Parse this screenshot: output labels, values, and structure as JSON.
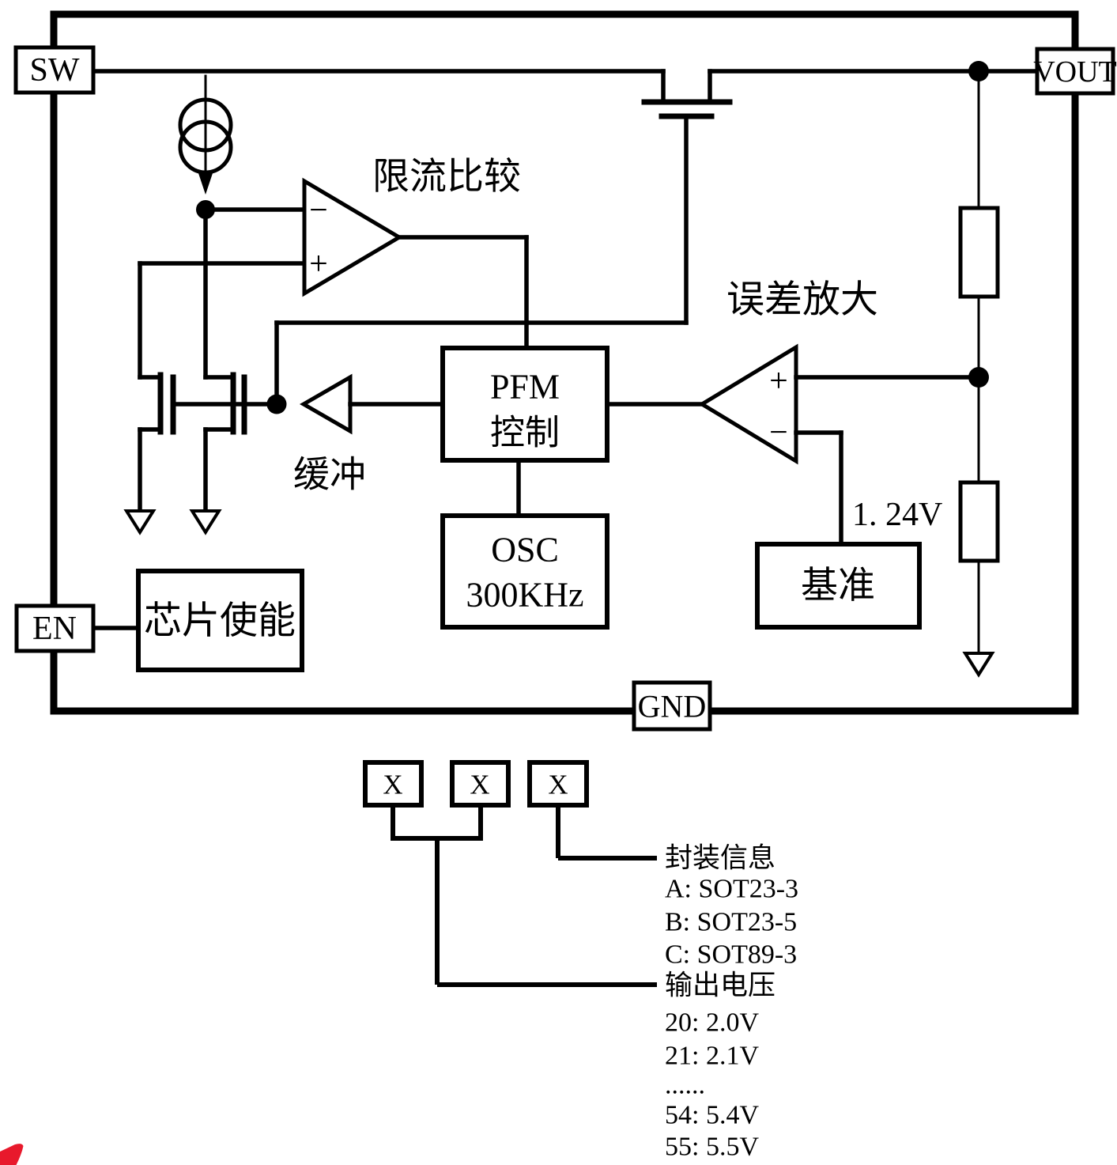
{
  "pins": {
    "sw": "SW",
    "vout": "VOUT",
    "en": "EN",
    "gnd": "GND"
  },
  "labels": {
    "current_limit_comparator": "限流比较",
    "error_amplifier": "误差放大",
    "buffer": "缓冲",
    "pfm_line1": "PFM",
    "pfm_line2": "控制",
    "osc_line1": "OSC",
    "osc_line2": "300KHz",
    "reference_voltage": "1. 24V",
    "reference": "基准",
    "chip_enable": "芯片使能",
    "plus": "+",
    "minus": "−"
  },
  "part_numbering": {
    "digits": [
      "X",
      "X",
      "X"
    ],
    "package": {
      "title": "封装信息",
      "options": [
        "A: SOT23-3",
        "B: SOT23-5",
        "C: SOT89-3"
      ]
    },
    "voltage": {
      "title": "输出电压",
      "options": [
        "20: 2.0V",
        "21: 2.1V",
        "......",
        "54: 5.4V",
        "55: 5.5V"
      ]
    }
  },
  "colors": {
    "ink": "#000000",
    "logo_red": "#e8192c",
    "background": "#ffffff"
  }
}
